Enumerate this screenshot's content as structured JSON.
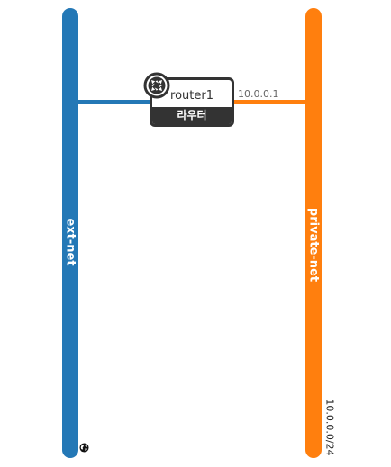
{
  "networks": [
    {
      "name": "ext-net",
      "color": "#2478b6"
    },
    {
      "name": "private-net",
      "color": "#ff7f0e",
      "cidr": "10.0.0.0/24"
    }
  ],
  "router": {
    "name": "router1",
    "type_label": "라우터",
    "color": "#333333",
    "icon": "router-icon"
  },
  "links": {
    "private_ip": "10.0.0.1"
  },
  "icons": {
    "external": "globe-icon"
  }
}
